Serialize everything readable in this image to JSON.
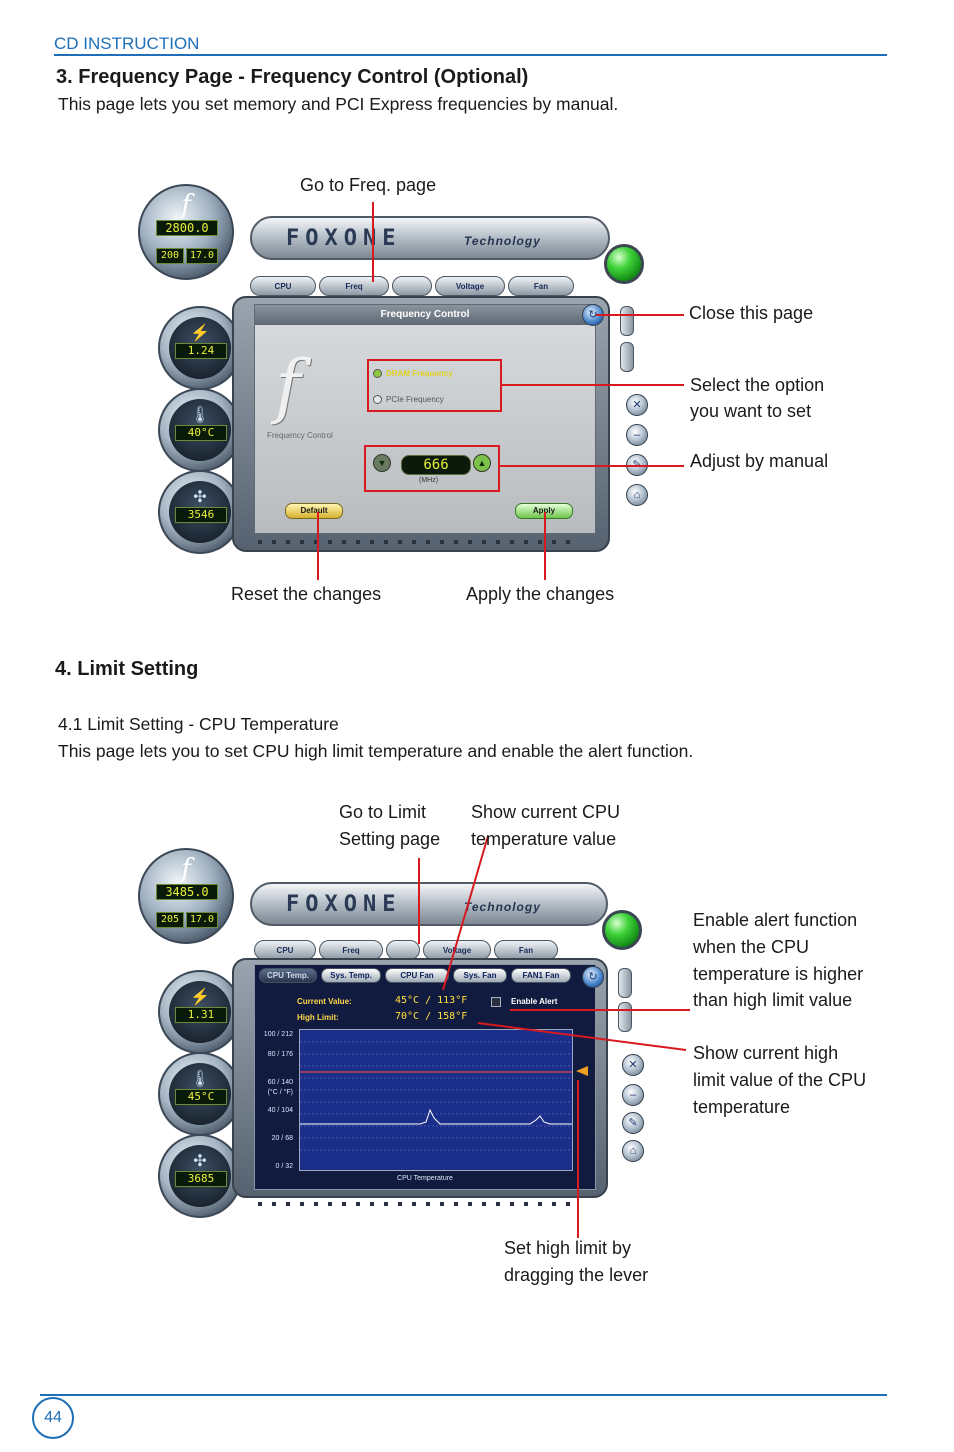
{
  "header": {
    "label": "CD INSTRUCTION"
  },
  "section3": {
    "title": "3. Frequency Page - Frequency Control (Optional)",
    "desc": "This page lets you set memory and PCI Express frequencies by manual."
  },
  "freq_screen": {
    "annotations": {
      "go_freq": "Go to Freq. page",
      "close": "Close this page",
      "select_option_1": "Select the option",
      "select_option_2": "you want to set",
      "adjust": "Adjust by manual",
      "reset": "Reset the changes",
      "apply": "Apply the changes"
    },
    "gauges": {
      "cpu_clock": "2800.0",
      "fsb": "200",
      "ratio": "17.0",
      "voltage": "1.24",
      "temp": "40°C",
      "fan": "3546"
    },
    "tabs": [
      "CPU",
      "Freq",
      "",
      "Voltage",
      "Fan"
    ],
    "panel_title": "Frequency Control",
    "option_dram": "DRAM Frequency",
    "option_pcie": "PCIe Frequency",
    "caption": "Frequency Control",
    "value": "666",
    "unit": "(MHz)",
    "default_btn": "Default",
    "apply_btn": "Apply"
  },
  "section4": {
    "title": "4. Limit Setting",
    "sub": "4.1 Limit Setting - CPU Temperature",
    "desc": "This page lets you to set CPU high limit temperature and enable the alert function."
  },
  "limit_screen": {
    "annotations": {
      "go_limit_1": "Go to Limit",
      "go_limit_2": "Setting page",
      "show_cpu_1": "Show current CPU",
      "show_cpu_2": "temperature value",
      "enable_1": "Enable alert function",
      "enable_2": "when the CPU",
      "enable_3": "temperature is higher",
      "enable_4": "than high limit value",
      "high_1": "Show current high",
      "high_2": "limit value of the CPU",
      "high_3": "temperature",
      "lever_1": "Set high limit by",
      "lever_2": "dragging the lever"
    },
    "gauges": {
      "cpu_clock": "3485.0",
      "fsb": "205",
      "ratio": "17.0",
      "voltage": "1.31",
      "temp": "45°C",
      "fan": "3685"
    },
    "tabs": [
      "CPU",
      "Freq",
      "",
      "Voltage",
      "Fan"
    ],
    "subtabs": [
      "CPU Temp.",
      "Sys. Temp.",
      "CPU Fan",
      "Sys. Fan",
      "FAN1 Fan"
    ],
    "current_label": "Current Value:",
    "current_value": "45°C / 113°F",
    "high_label": "High Limit:",
    "high_value": "70°C / 158°F",
    "enable_alert": "Enable Alert",
    "y_ticks": [
      "100 / 212",
      "80 / 176",
      "60 / 140",
      "(°C / °F)",
      "40 / 104",
      "20 / 68",
      "0 / 32"
    ],
    "graph_caption": "CPU Temperature"
  },
  "footer": {
    "page_number": "44"
  },
  "colors": {
    "accent": "#1e6fb8",
    "callout": "#d71920"
  }
}
